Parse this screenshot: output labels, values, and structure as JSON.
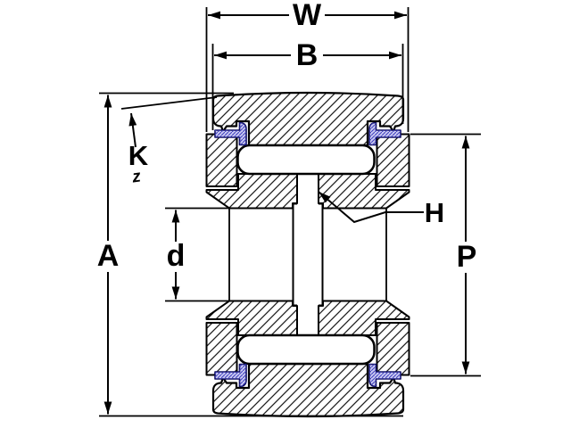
{
  "diagram": {
    "title": "bearing-cross-section",
    "labels": {
      "overall_width": "W",
      "outer_ring_width": "B",
      "crown": "K",
      "crown_sub": "z",
      "outer_diameter": "A",
      "bore_diameter": "d",
      "lube_hole": "H",
      "flange_diameter": "P"
    },
    "colors": {
      "line": "#000000",
      "hatch": "#1b1b1b",
      "seal_fill": "#cacaf0",
      "seal_hatch": "#3c3cc0",
      "background": "#ffffff"
    }
  }
}
